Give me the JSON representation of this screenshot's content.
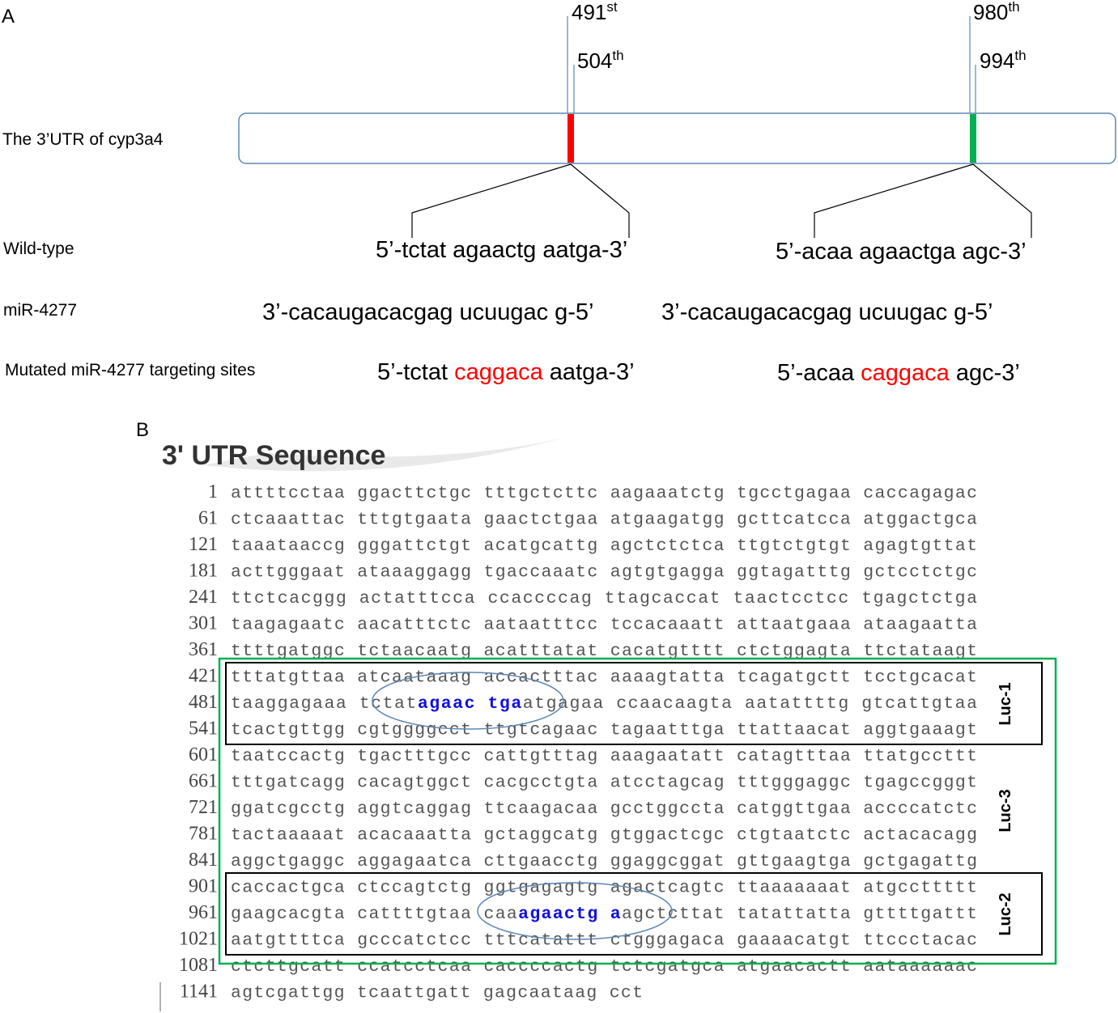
{
  "panel_a": {
    "label": "A",
    "utr_label": "The 3’UTR of cyp3a4",
    "markers": {
      "m491": {
        "num": "491",
        "sup": "st"
      },
      "m504": {
        "num": "504",
        "sup": "th"
      },
      "m980": {
        "num": "980",
        "sup": "th"
      },
      "m994": {
        "num": "994",
        "sup": "th"
      }
    },
    "row_labels": {
      "wild": "Wild-type",
      "mir": "miR-4277",
      "mut": "Mutated miR-4277 targeting sites"
    },
    "site1": {
      "wild": "5’-tctat agaactg aatga-3’",
      "mir": "3’-cacaugacacgag ucuugac g-5’",
      "mut_prefix": "5’-tctat ",
      "mut_core": "caggaca",
      "mut_suffix": " aatga-3’"
    },
    "site2": {
      "wild": "5’-acaa agaactga agc-3’",
      "mir": "3’-cacaugacacgag ucuugac g-5’",
      "mut_prefix": "5’-acaa ",
      "mut_core": "caggaca",
      "mut_suffix": " agc-3’"
    },
    "colors": {
      "site1": "#ff0000",
      "site2": "#00b050",
      "mutation": "#ff0000",
      "box": "#5b87b5"
    }
  },
  "panel_b": {
    "label": "B",
    "title": "3' UTR Sequence",
    "rows": [
      {
        "n": "1",
        "seq": "attttcctaa ggacttctgc tttgctcttc aagaaatctg tgcctgagaa caccagagac"
      },
      {
        "n": "61",
        "seq": "ctcaaattac tttgtgaata gaactctgaa atgaagatgg gcttcatcca atggactgca"
      },
      {
        "n": "121",
        "seq": "taaataaccg gggattctgt acatgcattg agctctctca ttgtctgtgt agagtgttat"
      },
      {
        "n": "181",
        "seq": "acttgggaat ataaaggagg tgaccaaatc agtgtgagga ggtagatttg gctcctctgc"
      },
      {
        "n": "241",
        "seq": "ttctcacggg actatttcca ccaccccag ttagcaccat taactcctcc tgagctctga"
      },
      {
        "n": "301",
        "seq": "taagagaatc aacatttctc aataatttcc tccacaaatt attaatgaaa ataagaatta"
      },
      {
        "n": "361",
        "seq": "ttttgatggc tctaacaatg acatttatat cacatgtttt ctctggagta ttctataagt"
      },
      {
        "n": "421",
        "seq": "tttatgttaa atcaataaag accactttac aaaagtatta tcagatgctt tcctgcacat"
      },
      {
        "n": "481",
        "pre": "taaggagaaa tctat",
        "hl1": "agaac",
        "mid": " ",
        "hl2": "tga",
        "post": "atgagaa ccaacaagta aatattttg gtcattgtaa"
      },
      {
        "n": "541",
        "seq": "tcactgttgg cgtggggcct ttgtcagaac tagaatttga ttattaacat aggtgaaagt"
      },
      {
        "n": "601",
        "seq": "taatccactg tgactttgcc cattgtttag aaagaatatt catagtttaa ttatgccttt"
      },
      {
        "n": "661",
        "seq": "tttgatcagg cacagtggct cacgcctgta atcctagcag tttgggaggc tgagccgggt"
      },
      {
        "n": "721",
        "seq": "ggatcgcctg aggtcaggag ttcaagacaa gcctggccta catggttgaa accccatctc"
      },
      {
        "n": "781",
        "seq": "tactaaaaat acacaaatta gctaggcatg gtggactcgc ctgtaatctc actacacagg"
      },
      {
        "n": "841",
        "seq": "aggctgaggc aggagaatca cttgaacctg ggaggcggat gttgaagtga gctgagattg"
      },
      {
        "n": "901",
        "seq": "caccactgca ctccagtctg ggtgagagtg agactcagtc ttaaaaaaat atgccttttt"
      },
      {
        "n": "961",
        "pre": "gaagcacgta cattttgtaa caa",
        "hl1": "agaactg",
        "mid": " ",
        "hl2": "a",
        "post": "agctcttat tatattatta gttttgattt"
      },
      {
        "n": "1021",
        "seq": "aatgttttca gcccatctcc tttcatattt ctgggagaca gaaaacatgt ttccctacac"
      },
      {
        "n": "1081",
        "seq": "ctcttgcatt ccatcctcaa caccccactg tctcgatgca atgaacactt aataaaaaac"
      },
      {
        "n": "1141",
        "seq": "agtcgattgg tcaattgatt gagcaataag cct"
      }
    ],
    "box_labels": {
      "luc1": "Luc-1",
      "luc3": "Luc-3",
      "luc2": "Luc-2"
    },
    "colors": {
      "highlight": "#1010e0",
      "sequence": "#555555",
      "outer_box": "#00b050",
      "ellipse": "#5b87b5"
    }
  }
}
